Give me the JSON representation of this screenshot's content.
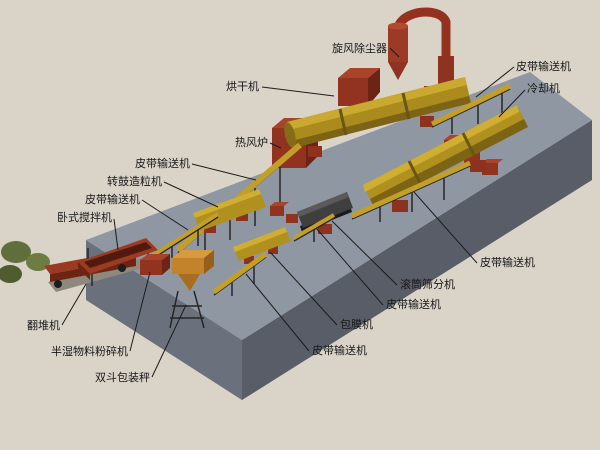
{
  "figure": {
    "type": "fertilizer-production-line-equipment-diagram",
    "background_color": "#d9d3c8",
    "platform_colors": {
      "top": "#8f97a2",
      "left_side": "#6b717c",
      "front_side": "#585d67"
    },
    "machine_colors": {
      "drum_yellow": "#ab8b1e",
      "maroon_red": "#8e3220",
      "hopper_orange": "#c2832b",
      "screen_grey": "#3f3f3f"
    }
  },
  "labels": [
    {
      "id": "cyclone-dust-collector",
      "text": "旋风除尘器"
    },
    {
      "id": "dryer",
      "text": "烘干机"
    },
    {
      "id": "belt-conveyor-top-right",
      "text": "皮带输送机"
    },
    {
      "id": "cooler",
      "text": "冷却机"
    },
    {
      "id": "hot-air-furnace",
      "text": "热风炉"
    },
    {
      "id": "belt-conveyor-left-1",
      "text": "皮带输送机"
    },
    {
      "id": "rotary-drum-granulator",
      "text": "转鼓造粒机"
    },
    {
      "id": "belt-conveyor-left-2",
      "text": "皮带输送机"
    },
    {
      "id": "horizontal-mixer",
      "text": "卧式搅拌机"
    },
    {
      "id": "compost-turner",
      "text": "翻堆机"
    },
    {
      "id": "semi-wet-material-crusher",
      "text": "半湿物料粉碎机"
    },
    {
      "id": "double-hopper-packing-scale",
      "text": "双斗包装秤"
    },
    {
      "id": "belt-conveyor-bottom-1",
      "text": "皮带输送机"
    },
    {
      "id": "coating-machine",
      "text": "包膜机"
    },
    {
      "id": "belt-conveyor-bottom-2",
      "text": "皮带输送机"
    },
    {
      "id": "rotary-drum-screener",
      "text": "滚筒筛分机"
    },
    {
      "id": "belt-conveyor-right",
      "text": "皮带输送机"
    }
  ]
}
